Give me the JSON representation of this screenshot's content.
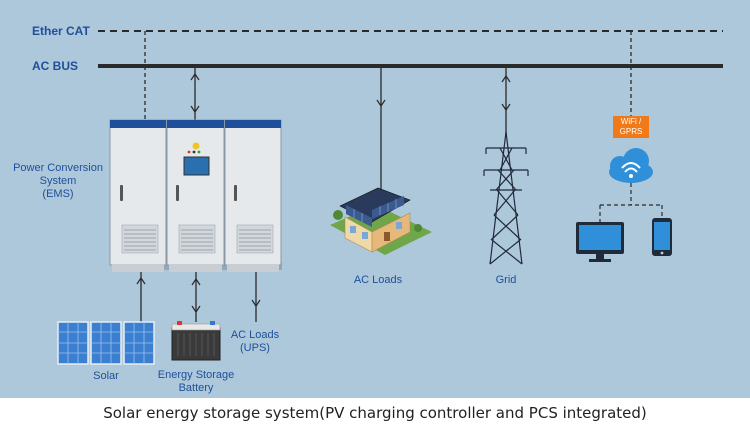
{
  "buses": {
    "ethercat_label": "Ether CAT",
    "acbus_label": "AC BUS"
  },
  "labels": {
    "pcs": [
      "Power Conversion",
      "System",
      "(EMS)"
    ],
    "solar": "Solar",
    "battery": [
      "Energy Storage",
      "Battery"
    ],
    "ups": [
      "AC Loads",
      "(UPS)"
    ],
    "ac_loads": "AC Loads",
    "grid": "Grid",
    "wifi": [
      "WiFi /",
      "GPRS"
    ]
  },
  "caption": "Solar energy storage system(PV charging controller and PCS integrated)",
  "colors": {
    "background": "#aec8db",
    "bus_line": "#2a2a2a",
    "label_blue": "#1f4f9a",
    "wifi_badge": "#f07a1a",
    "cloud": "#2f8fd8",
    "cabinet_top": "#1f4f9a"
  }
}
